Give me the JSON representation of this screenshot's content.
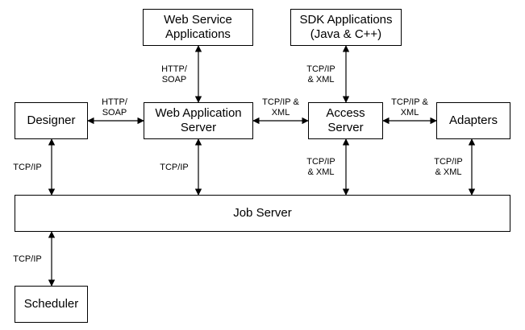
{
  "boxes": {
    "web_service_apps": "Web Service\nApplications",
    "sdk_apps": "SDK Applications\n(Java & C++)",
    "designer": "Designer",
    "web_app_server": "Web Application\nServer",
    "access_server": "Access\nServer",
    "adapters": "Adapters",
    "job_server": "Job Server",
    "scheduler": "Scheduler"
  },
  "labels": {
    "wsa_to_was": "HTTP/\nSOAP",
    "sdk_to_access": "TCP/IP\n& XML",
    "designer_to_was": "HTTP/\nSOAP",
    "was_to_access": "TCP/IP &\nXML",
    "access_to_adapters": "TCP/IP &\nXML",
    "designer_to_job": "TCP/IP",
    "was_to_job": "TCP/IP",
    "access_to_job": "TCP/IP\n& XML",
    "adapters_to_job": "TCP/IP\n& XML",
    "job_to_scheduler": "TCP/IP"
  }
}
